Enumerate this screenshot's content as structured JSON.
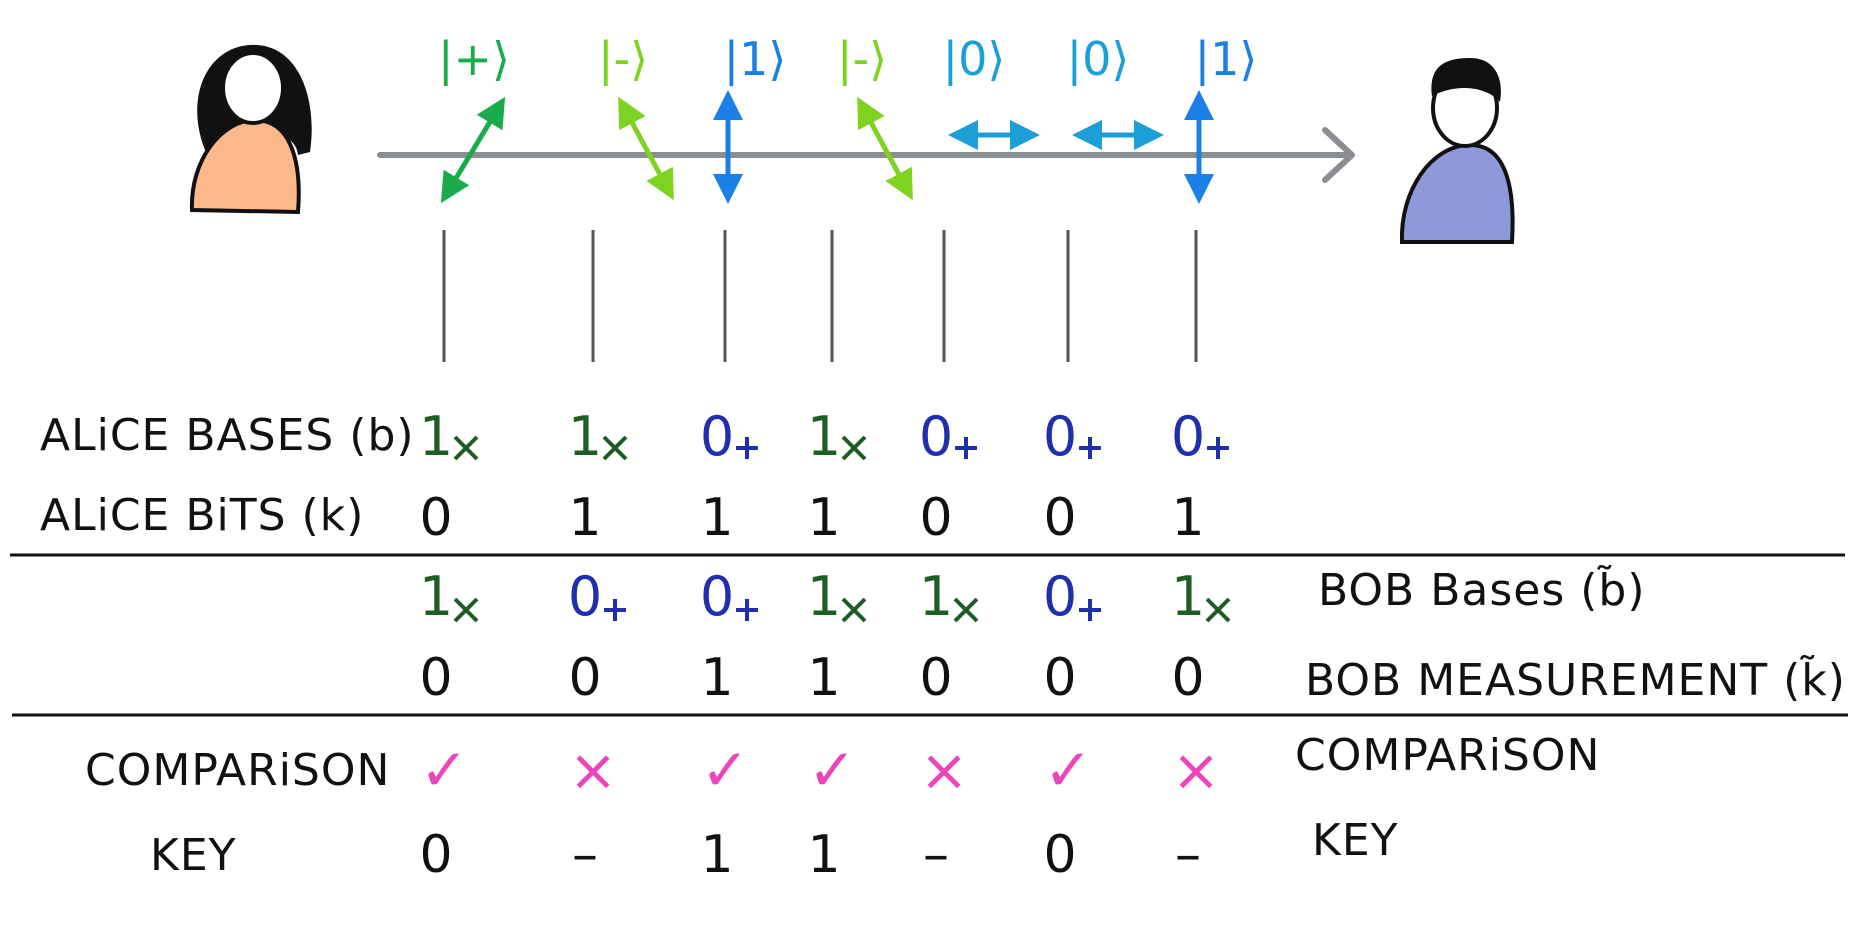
{
  "labels": {
    "alice_bases": "ALiCE BASES (b)",
    "alice_bits": "ALiCE BiTS (k)",
    "bob_bases": "BOB   Bases (b̃)",
    "bob_measurement": "BOB   MEASUREMENT (k̃)",
    "comparison_left": "COMPARiSON",
    "key_left": "KEY",
    "comparison_right": "COMPARiSON",
    "key_right": "KEY"
  },
  "colors": {
    "diag_dark": "#1aab4a",
    "diag_light": "#7ed321",
    "rect_dark": "#1a7fe6",
    "rect_light": "#1a9fd8",
    "basis1_text": "#1d5e25",
    "basis0_text": "#1f2fb0",
    "ink": "#111111",
    "mark": "#ee44bb",
    "channel": "#8a8d91",
    "alice_body": "#fbb98a",
    "bob_body": "#8e99dc"
  },
  "qubits": [
    {
      "state": "|+⟩",
      "arrow": "diag-ne",
      "color": "diag_dark",
      "alice_basis": "1",
      "alice_bit": "0",
      "bob_basis": "1",
      "bob_bit": "0",
      "match": "✓",
      "key": "0"
    },
    {
      "state": "|-⟩",
      "arrow": "diag-nw",
      "color": "diag_light",
      "alice_basis": "1",
      "alice_bit": "1",
      "bob_basis": "0",
      "bob_bit": "0",
      "match": "×",
      "key": "–"
    },
    {
      "state": "|1⟩",
      "arrow": "vertical",
      "color": "rect_dark",
      "alice_basis": "0",
      "alice_bit": "1",
      "bob_basis": "0",
      "bob_bit": "1",
      "match": "✓",
      "key": "1"
    },
    {
      "state": "|-⟩",
      "arrow": "diag-nw",
      "color": "diag_light",
      "alice_basis": "1",
      "alice_bit": "1",
      "bob_basis": "1",
      "bob_bit": "1",
      "match": "✓",
      "key": "1"
    },
    {
      "state": "|0⟩",
      "arrow": "horizontal",
      "color": "rect_light",
      "alice_basis": "0",
      "alice_bit": "0",
      "bob_basis": "1",
      "bob_bit": "0",
      "match": "×",
      "key": "–"
    },
    {
      "state": "|0⟩",
      "arrow": "horizontal",
      "color": "rect_light",
      "alice_basis": "0",
      "alice_bit": "0",
      "bob_basis": "0",
      "bob_bit": "0",
      "match": "✓",
      "key": "0"
    },
    {
      "state": "|1⟩",
      "arrow": "vertical",
      "color": "rect_dark",
      "alice_basis": "0",
      "alice_bit": "1",
      "bob_basis": "1",
      "bob_bit": "0",
      "match": "×",
      "key": "–"
    }
  ]
}
